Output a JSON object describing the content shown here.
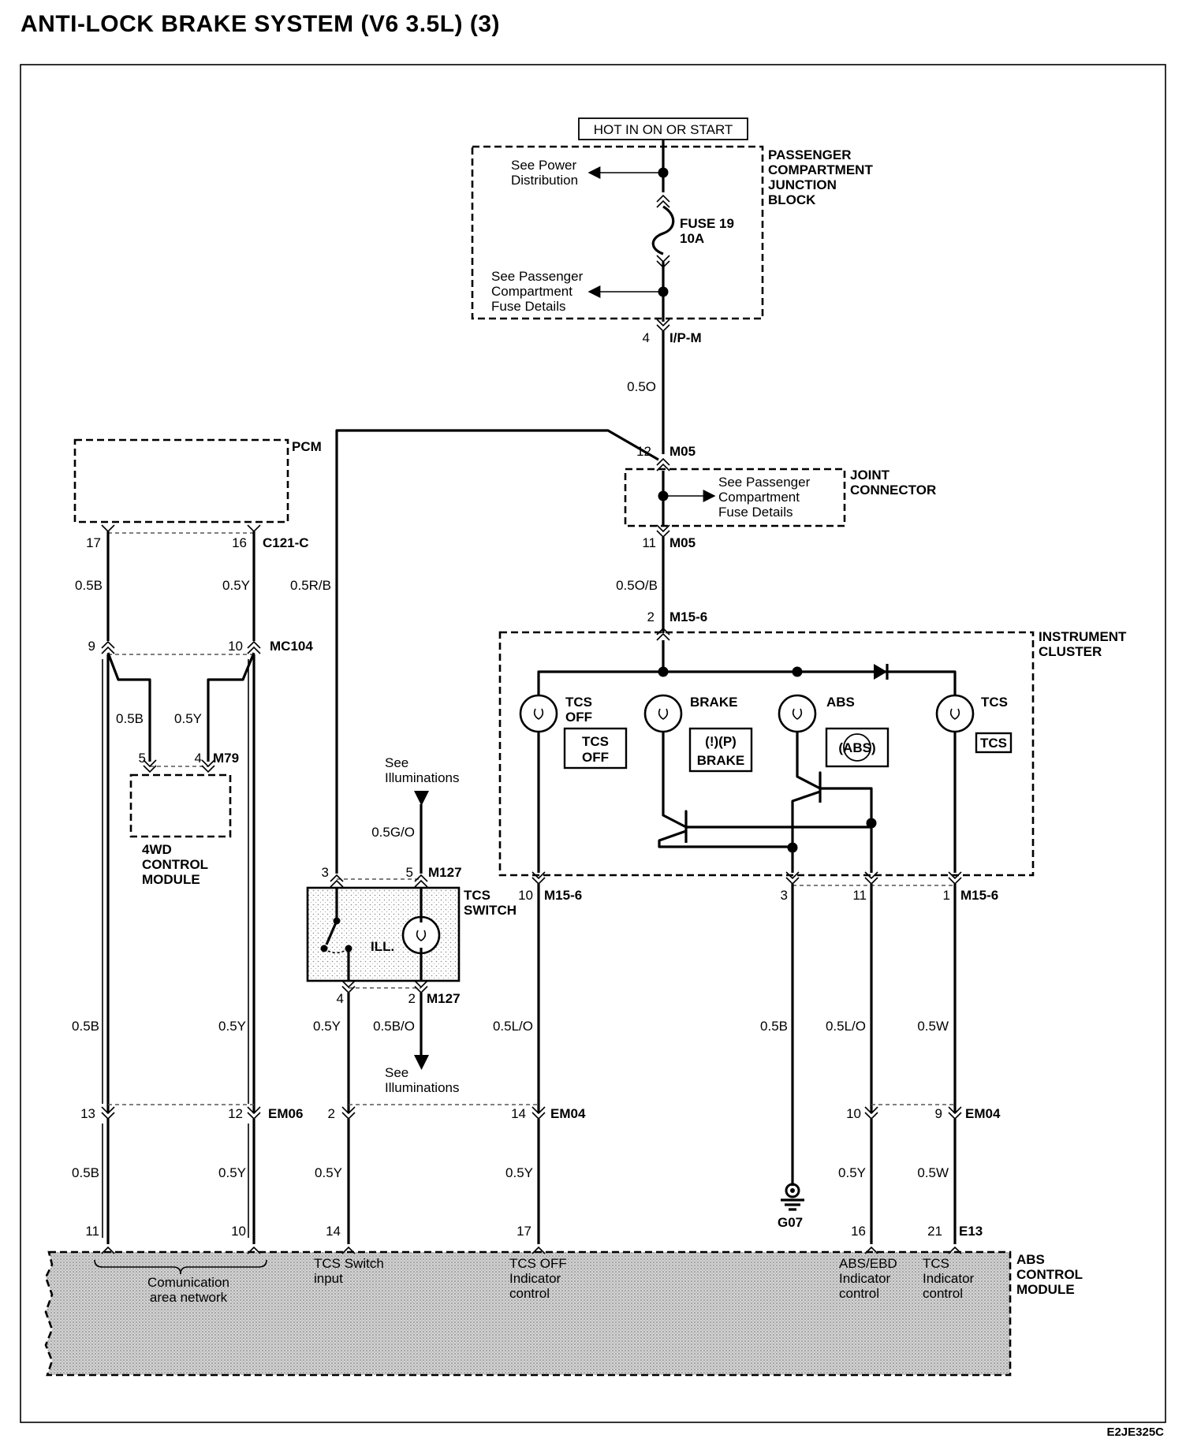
{
  "title": "ANTI-LOCK BRAKE SYSTEM (V6 3.5L) (3)",
  "footer_code": "E2JE325C",
  "power": {
    "hot_label": "HOT IN ON OR START"
  },
  "pcjb": {
    "name_lines": [
      "PASSENGER",
      "COMPARTMENT",
      "JUNCTION",
      "BLOCK"
    ],
    "see_power": [
      "See Power",
      "Distribution"
    ],
    "fuse": [
      "FUSE 19",
      "10A"
    ],
    "see_fuse": [
      "See Passenger",
      "Compartment",
      "Fuse Details"
    ]
  },
  "joint": {
    "name_lines": [
      "JOINT",
      "CONNECTOR"
    ],
    "see_fuse": [
      "See Passenger",
      "Compartment",
      "Fuse Details"
    ]
  },
  "pcm": {
    "name": "PCM"
  },
  "fourwd": {
    "name_lines": [
      "4WD",
      "CONTROL",
      "MODULE"
    ]
  },
  "tcs_switch": {
    "name_lines": [
      "TCS",
      "SWITCH"
    ],
    "ill": "ILL."
  },
  "cluster": {
    "name_lines": [
      "INSTRUMENT",
      "CLUSTER"
    ],
    "lamps": {
      "tcs_off": [
        "TCS",
        "OFF"
      ],
      "brake": "BRAKE",
      "abs": "ABS",
      "tcs": "TCS"
    },
    "indicators": {
      "tcs_off": [
        "TCS",
        "OFF"
      ],
      "brake_symbols": "(!)(P)",
      "brake_word": "BRAKE",
      "abs": "(ABS)",
      "tcs": "TCS"
    }
  },
  "see_illum": [
    "See",
    "Illuminations"
  ],
  "ground": "G07",
  "abs_module": {
    "name_lines": [
      "ABS",
      "CONTROL",
      "MODULE"
    ],
    "can": [
      "Comunication",
      "area network"
    ],
    "tcs_switch_input": [
      "TCS Switch",
      "input"
    ],
    "tcs_off_ind": [
      "TCS OFF",
      "Indicator",
      "control"
    ],
    "abs_ebd_ind": [
      "ABS/EBD",
      "Indicator",
      "control"
    ],
    "tcs_ind": [
      "TCS",
      "Indicator",
      "control"
    ]
  },
  "connectors": {
    "ipm": "I/P-M",
    "m05": "M05",
    "m15_6": "M15-6",
    "c121c": "C121-C",
    "mc104": "MC104",
    "m79": "M79",
    "m127": "M127",
    "em06": "EM06",
    "em04": "EM04",
    "e13": "E13"
  },
  "pins": {
    "ipm": "4",
    "m05_in": "12",
    "m05_out": "11",
    "m15_in": "2",
    "pcm_b": "17",
    "pcm_y": "16",
    "mc104_b": "9",
    "mc104_y": "10",
    "m79_b": "5",
    "m79_y": "4",
    "m127_3": "3",
    "m127_5": "5",
    "m127_4": "4",
    "m127_2": "2",
    "m15_10": "10",
    "m15_3": "3",
    "m15_11": "11",
    "m15_1": "1",
    "em06_13": "13",
    "em06_12": "12",
    "em04_2": "2",
    "em04_14": "14",
    "em04_10": "10",
    "em04_9": "9",
    "e13_11": "11",
    "e13_10": "10",
    "e13_14": "14",
    "e13_17": "17",
    "e13_16": "16",
    "e13_21": "21"
  },
  "wires": {
    "w_05O": "0.5O",
    "w_05OB": "0.5O/B",
    "w_05RB": "0.5R/B",
    "w_05GO": "0.5G/O",
    "w_05B": "0.5B",
    "w_05Y": "0.5Y",
    "w_05BO": "0.5B/O",
    "w_05LO": "0.5L/O",
    "w_05W": "0.5W"
  }
}
